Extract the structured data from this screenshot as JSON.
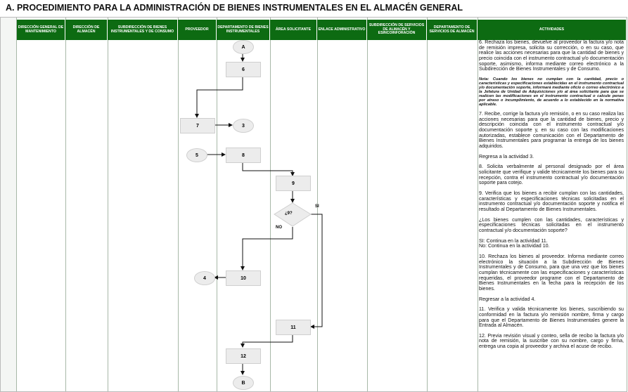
{
  "title": "A. PROCEDIMIENTO PARA LA ADMINISTRACIÓN DE BIENES INSTRUMENTALES EN EL ALMACÉN GENERAL",
  "columns": [
    "DIRECCIÓN GENERAL DE MANTENIMIENTO",
    "DIRECCIÓN DE ALMACÉN",
    "SUBDIRECCIÓN DE BIENES INSTRUMENTALES Y DE CONSUMO",
    "PROVEEDOR",
    "DEPARTAMENTO DE BIENES INSTRUMENTALES",
    "ÁREA SOLICITANTE",
    "ENLACE ADMINISTRATIVO",
    "SUBDIRECCIÓN DE SERVICIOS DE ALMACÉN Y ESINCOINFORACIÓN",
    "DEPARTAMENTO DE SERVICIOS DE ALMACÉN",
    "ACTIVIDADES"
  ],
  "flow": {
    "conn_a": "A",
    "box6": "6",
    "box7": "7",
    "conn3": "3",
    "conn5": "5",
    "box8": "8",
    "box9": "9",
    "decision": "¿9?",
    "si": "SI",
    "no": "NO",
    "box10": "10",
    "conn4": "4",
    "box11": "11",
    "box12": "12",
    "conn_b": "B"
  },
  "activities": [
    "6. Rechaza los bienes, devuelve al proveedor la factura y/o nota de remisión impresa, solicita su corrección, o en su caso, que realice las acciones necesarias para que la cantidad de bienes y precio coincida con el instrumento contractual y/o documentación soporte, asimismo, informa mediante correo electrónico a la Subdirección de Bienes Instrumentales y de Consumo.",
    "Nota: Cuando los bienes no cumplan con la cantidad, precio o características y especificaciones establecidas en el instrumento contractual y/o documentación soporte, informará mediante oficio o correo electrónico a la Jefatura de Unidad de Adquisiciones y/o al área solicitante para que se realicen las modificaciones en el instrumento contractual o calcule penas por atraso o incumplimiento, de acuerdo a lo establecido en la normativa aplicable.",
    "7. Recibe, corrige la factura y/o remisión, o en su caso realiza las acciones necesarias para que la cantidad de bienes, precio y descripción coincida con el instrumento contractual y/o documentación soporte y, en su caso con las modificaciones autorizadas, establece comunicación con el Departamento de Bienes Instrumentales para programar la entrega de los bienes adquiridos.",
    "Regresa a la actividad 3.",
    "8. Solicita verbalmente al personal designado por el área solicitante que verifique y valide técnicamente los bienes para su recepción, contra el instrumento contractual y/o documentación soporte para cotejo.",
    "9. Verifica que los bienes a recibir cumplan con las cantidades, características y especificaciones técnicas solicitadas en el instrumento contractual y/o documentación soporte y notifica el resultado al Departamento de Bienes Instrumentales.",
    "¿Los bienes cumplen con las cantidades, características y especificaciones técnicas solicitadas en el instrumento contractual y/o documentación soporte?",
    "SI:  Continua en la actividad 11.",
    "No: Continua en la actividad 10.",
    "10. Rechaza los bienes al proveedor. Informa mediante correo electrónico la situación a la Subdirección de Bienes Instrumentales y de Consumo, para que una vez que los bienes cumplan técnicamente con las especificaciones y características requeridas, el proveedor programe con el Departamento de Bienes Instrumentales en la fecha para la recepción de los bienes.",
    "Regresar a la actividad 4.",
    "11. Verifica y valida técnicamente los bienes, suscribiendo su conformidad en la factura y/o remisión nombre, firma y cargo para que el Departamento de Bienes Instrumentales genere la Entrada al Almacén.",
    "12. Previa revisión visual y conteo, sella de recibo la factura y/o nota de remisión, la suscribe con su nombre, cargo y firma, entrega una copia al proveedor y archiva el acuse de recibo."
  ]
}
